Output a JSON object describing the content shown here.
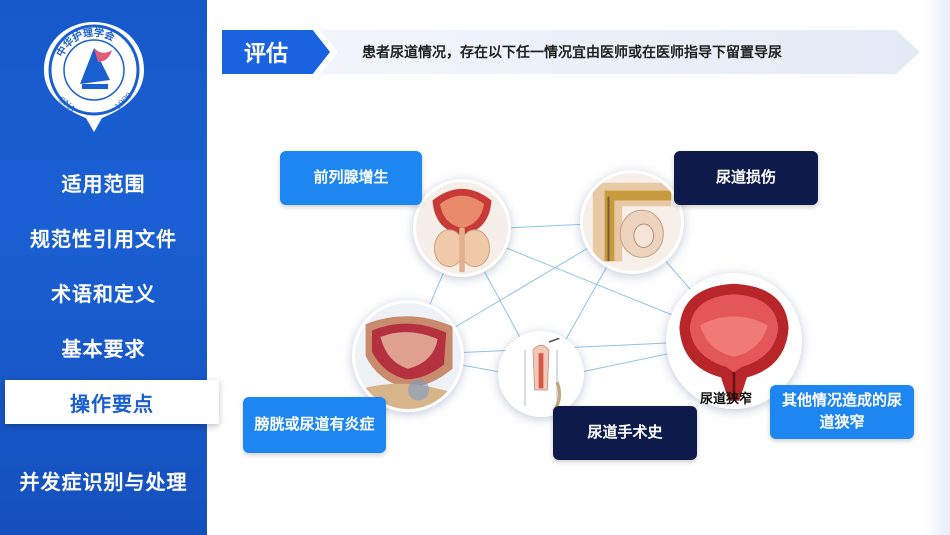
{
  "logo": {
    "top_text": "中华护理学会",
    "left_text": "CNA",
    "right_text": "1909"
  },
  "sidebar": {
    "items": [
      {
        "label": "适用范围",
        "active": false
      },
      {
        "label": "规范性引用文件",
        "active": false
      },
      {
        "label": "术语和定义",
        "active": false
      },
      {
        "label": "基本要求",
        "active": false
      },
      {
        "label": "操作要点",
        "active": true
      },
      {
        "label": "并发症识别与处理",
        "active": false
      }
    ]
  },
  "header": {
    "tag": "评估",
    "text": "患者尿道情况，存在以下任一情况宜由医师或在医师指导下留置导尿"
  },
  "conditions": [
    {
      "label": "前列腺增生"
    },
    {
      "label": "尿道损伤"
    },
    {
      "label": "膀胱或尿道有炎症"
    },
    {
      "label": "尿道手术史"
    },
    {
      "label": "其他情况造成的尿道狭窄"
    }
  ],
  "image_captions": {
    "stricture": "尿道狭窄"
  },
  "colors": {
    "sidebar": "#1658c9",
    "accent_blue": "#1d86f0",
    "navy": "#0d1a4a",
    "header_tag": "#1a63e0"
  }
}
